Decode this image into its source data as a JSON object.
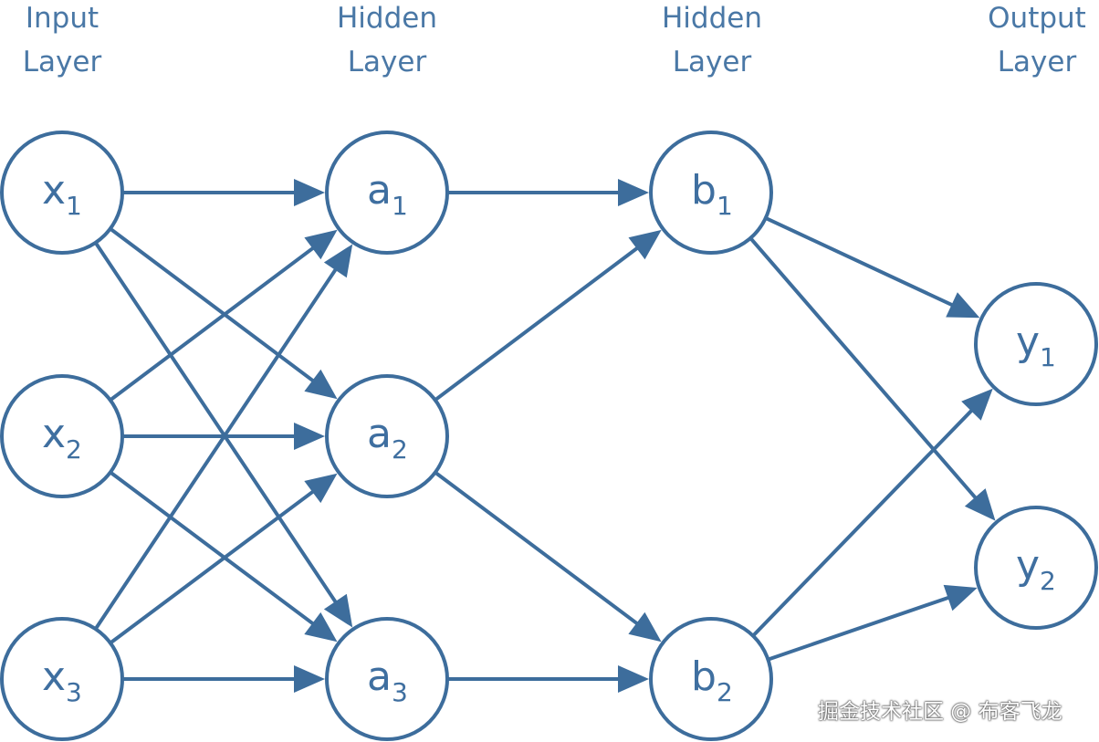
{
  "layers": [
    {
      "label": "Input\nLayer"
    },
    {
      "label": "Hidden\nLayer"
    },
    {
      "label": "Hidden\nLayer"
    },
    {
      "label": "Output\nLayer"
    }
  ],
  "nodes": [
    {
      "id": "x1",
      "base": "x",
      "sub": "1"
    },
    {
      "id": "x2",
      "base": "x",
      "sub": "2"
    },
    {
      "id": "x3",
      "base": "x",
      "sub": "3"
    },
    {
      "id": "a1",
      "base": "a",
      "sub": "1"
    },
    {
      "id": "a2",
      "base": "a",
      "sub": "2"
    },
    {
      "id": "a3",
      "base": "a",
      "sub": "3"
    },
    {
      "id": "b1",
      "base": "b",
      "sub": "1"
    },
    {
      "id": "b2",
      "base": "b",
      "sub": "2"
    },
    {
      "id": "y1",
      "base": "y",
      "sub": "1"
    },
    {
      "id": "y2",
      "base": "y",
      "sub": "2"
    }
  ],
  "edges": [
    [
      "x1",
      "a1"
    ],
    [
      "x1",
      "a2"
    ],
    [
      "x1",
      "a3"
    ],
    [
      "x2",
      "a1"
    ],
    [
      "x2",
      "a2"
    ],
    [
      "x2",
      "a3"
    ],
    [
      "x3",
      "a1"
    ],
    [
      "x3",
      "a2"
    ],
    [
      "x3",
      "a3"
    ],
    [
      "a1",
      "b1"
    ],
    [
      "a2",
      "b1"
    ],
    [
      "a2",
      "b2"
    ],
    [
      "a3",
      "b2"
    ],
    [
      "b1",
      "y1"
    ],
    [
      "b1",
      "y2"
    ],
    [
      "b2",
      "y1"
    ],
    [
      "b2",
      "y2"
    ]
  ],
  "watermark": "掘金技术社区 @ 布客飞龙",
  "colors": {
    "stroke": "#3d6d9c",
    "text": "#4a78a6"
  }
}
